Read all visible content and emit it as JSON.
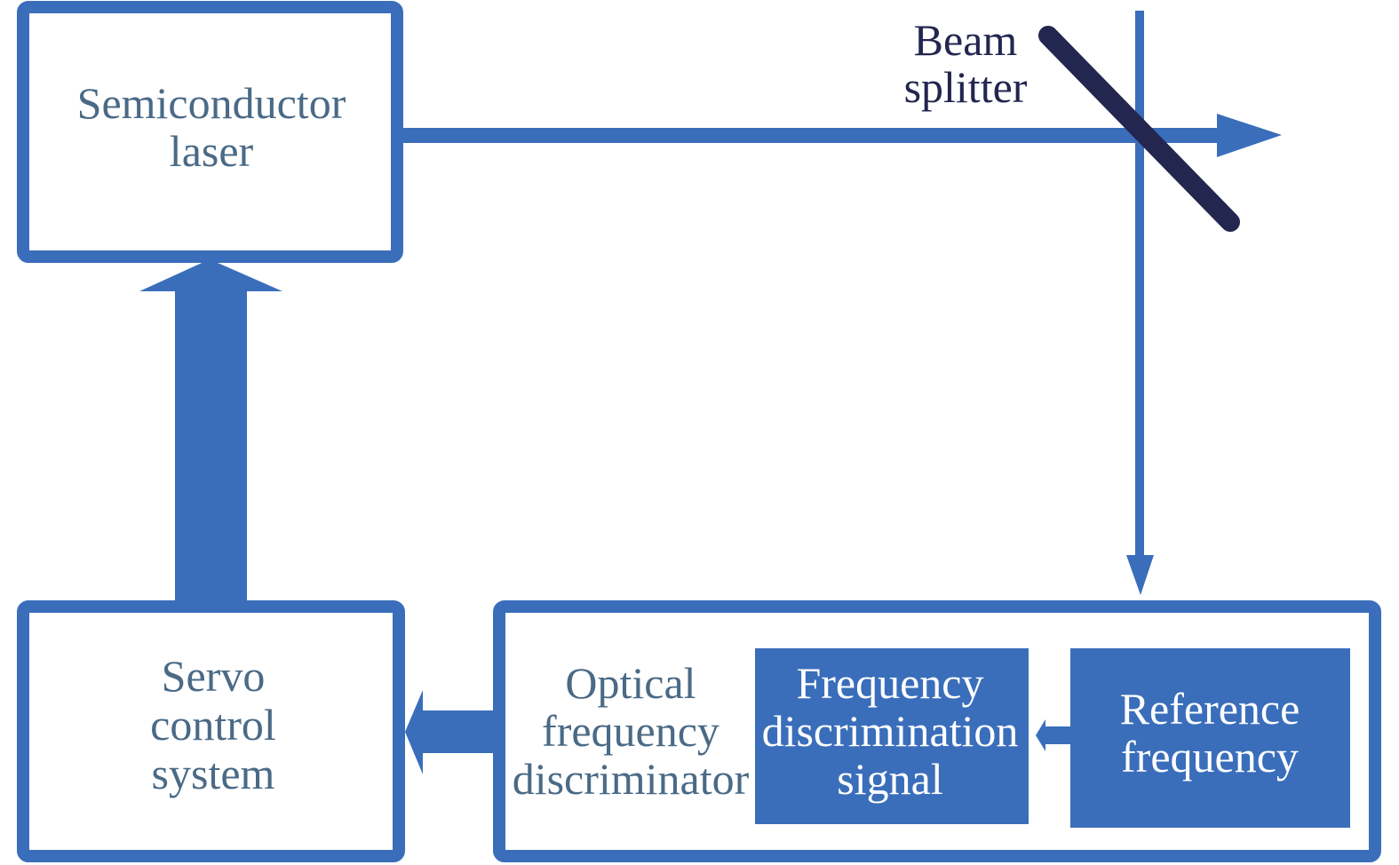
{
  "diagram": {
    "colors": {
      "box_stroke": "#3a6ebb",
      "box_fill_solid": "#3a6ebb",
      "text_dark": "#4a6a86",
      "text_light": "#ffffff",
      "beam_splitter": "#23264f"
    },
    "nodes": {
      "laser": {
        "lines": [
          "Semiconductor",
          "laser"
        ]
      },
      "servo": {
        "lines": [
          "Servo",
          "control",
          "system"
        ]
      },
      "discriminator": {
        "lines": [
          "Optical",
          "frequency",
          "discriminator"
        ]
      },
      "fd_signal": {
        "lines": [
          "Frequency",
          "discrimination",
          "signal"
        ]
      },
      "reference": {
        "lines": [
          "Reference",
          "frequency"
        ]
      },
      "beam_splitter": {
        "lines": [
          "Beam",
          "splitter"
        ]
      }
    },
    "edges": [
      {
        "from": "laser",
        "to": "beam_splitter"
      },
      {
        "from": "beam_splitter",
        "to": "output"
      },
      {
        "from": "beam_splitter",
        "to": "discriminator"
      },
      {
        "from": "reference",
        "to": "fd_signal"
      },
      {
        "from": "discriminator",
        "to": "servo"
      },
      {
        "from": "servo",
        "to": "laser"
      }
    ]
  }
}
